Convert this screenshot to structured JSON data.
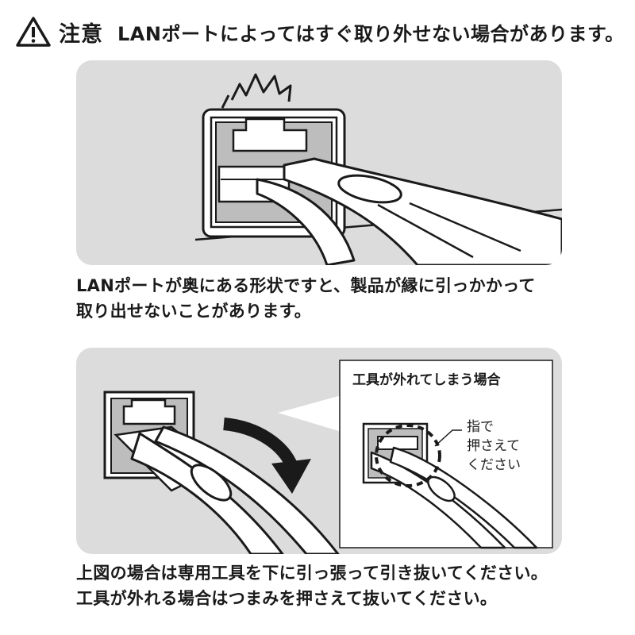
{
  "header": {
    "icon": "warning-icon",
    "label": "注意",
    "text": "LANポートによってはすぐ取り外せない場合があります。"
  },
  "caption1": {
    "lines": [
      "LANポートが奥にある形状ですと、製品が縁に引っかかって",
      "取り出せないことがあります。"
    ]
  },
  "inset": {
    "title": "工具が外れてしまう場合",
    "note_lines": [
      "指で",
      "押さえて",
      "ください"
    ]
  },
  "caption2": {
    "lines": [
      "上図の場合は専用工具を下に引っ張って引き抜いてください。",
      "工具が外れる場合はつまみを押さえて抜いてください。"
    ]
  },
  "colors": {
    "panel_bg": "#dcdcdc",
    "ink": "#1a1a1a",
    "white": "#ffffff"
  }
}
